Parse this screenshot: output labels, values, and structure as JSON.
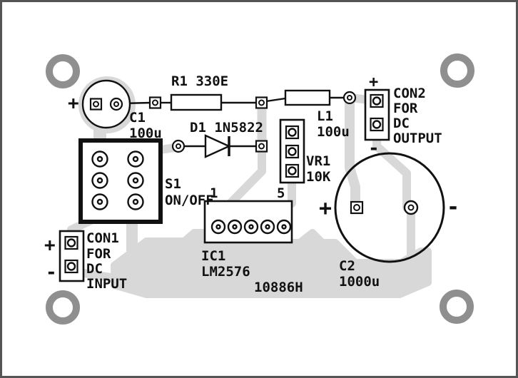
{
  "board": {
    "code": "10886H",
    "colors": {
      "trace": "#d8d8d8",
      "hole_ring": "#8f8f8f",
      "silkscreen": "#111111",
      "background": "#ffffff"
    }
  },
  "components": {
    "c1": {
      "ref": "C1",
      "value": "100u",
      "plus": "+"
    },
    "r1": {
      "label": "R1 330E"
    },
    "d1": {
      "label": "D1 1N5822"
    },
    "l1": {
      "ref": "L1",
      "value": "100u"
    },
    "vr1": {
      "ref": "VR1",
      "value": "10K"
    },
    "s1": {
      "ref": "S1",
      "value": "ON/OFF"
    },
    "ic1": {
      "ref": "IC1",
      "value": "LM2576",
      "pin1": "1",
      "pin5": "5"
    },
    "c2": {
      "ref": "C2",
      "value": "1000u",
      "plus": "+",
      "minus": "-"
    },
    "con1": {
      "ref": "CON1",
      "line1": "FOR",
      "line2": "DC",
      "line3": "INPUT",
      "plus": "+",
      "minus": "-"
    },
    "con2": {
      "ref": "CON2",
      "line1": "FOR",
      "line2": "DC",
      "line3": "OUTPUT",
      "plus": "+",
      "minus": "-"
    }
  }
}
